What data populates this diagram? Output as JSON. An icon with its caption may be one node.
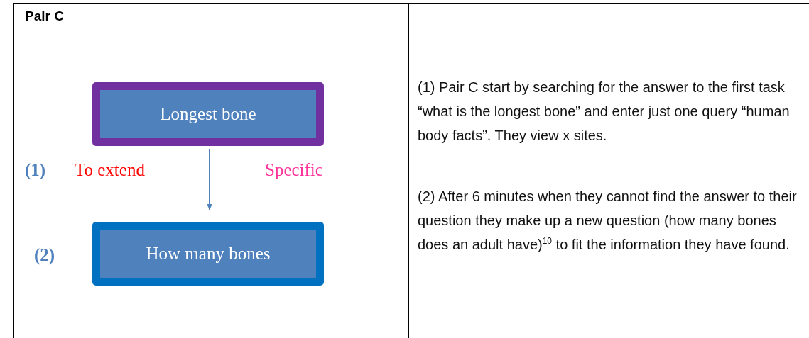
{
  "diagram": {
    "title": "Pair C",
    "nodes": [
      {
        "text": [
          "Longest bone"
        ]
      },
      {
        "text": [
          "How many bones"
        ]
      }
    ],
    "edges": [
      {
        "from": 0,
        "to": 1,
        "arrow": "to"
      }
    ],
    "labels": [
      "(1)",
      "To extend",
      "Specific",
      "(2)",
      "(1) Pair C start by searching for the answer to the first task “what is the longest bone” and enter just one query “human body facts”. They view x sites.",
      "(2) After 6 minutes when they cannot find the answer to their question they make up a new question (how many bones does an adult have)$^{10}$ to fit the information they have found."
    ]
  }
}
